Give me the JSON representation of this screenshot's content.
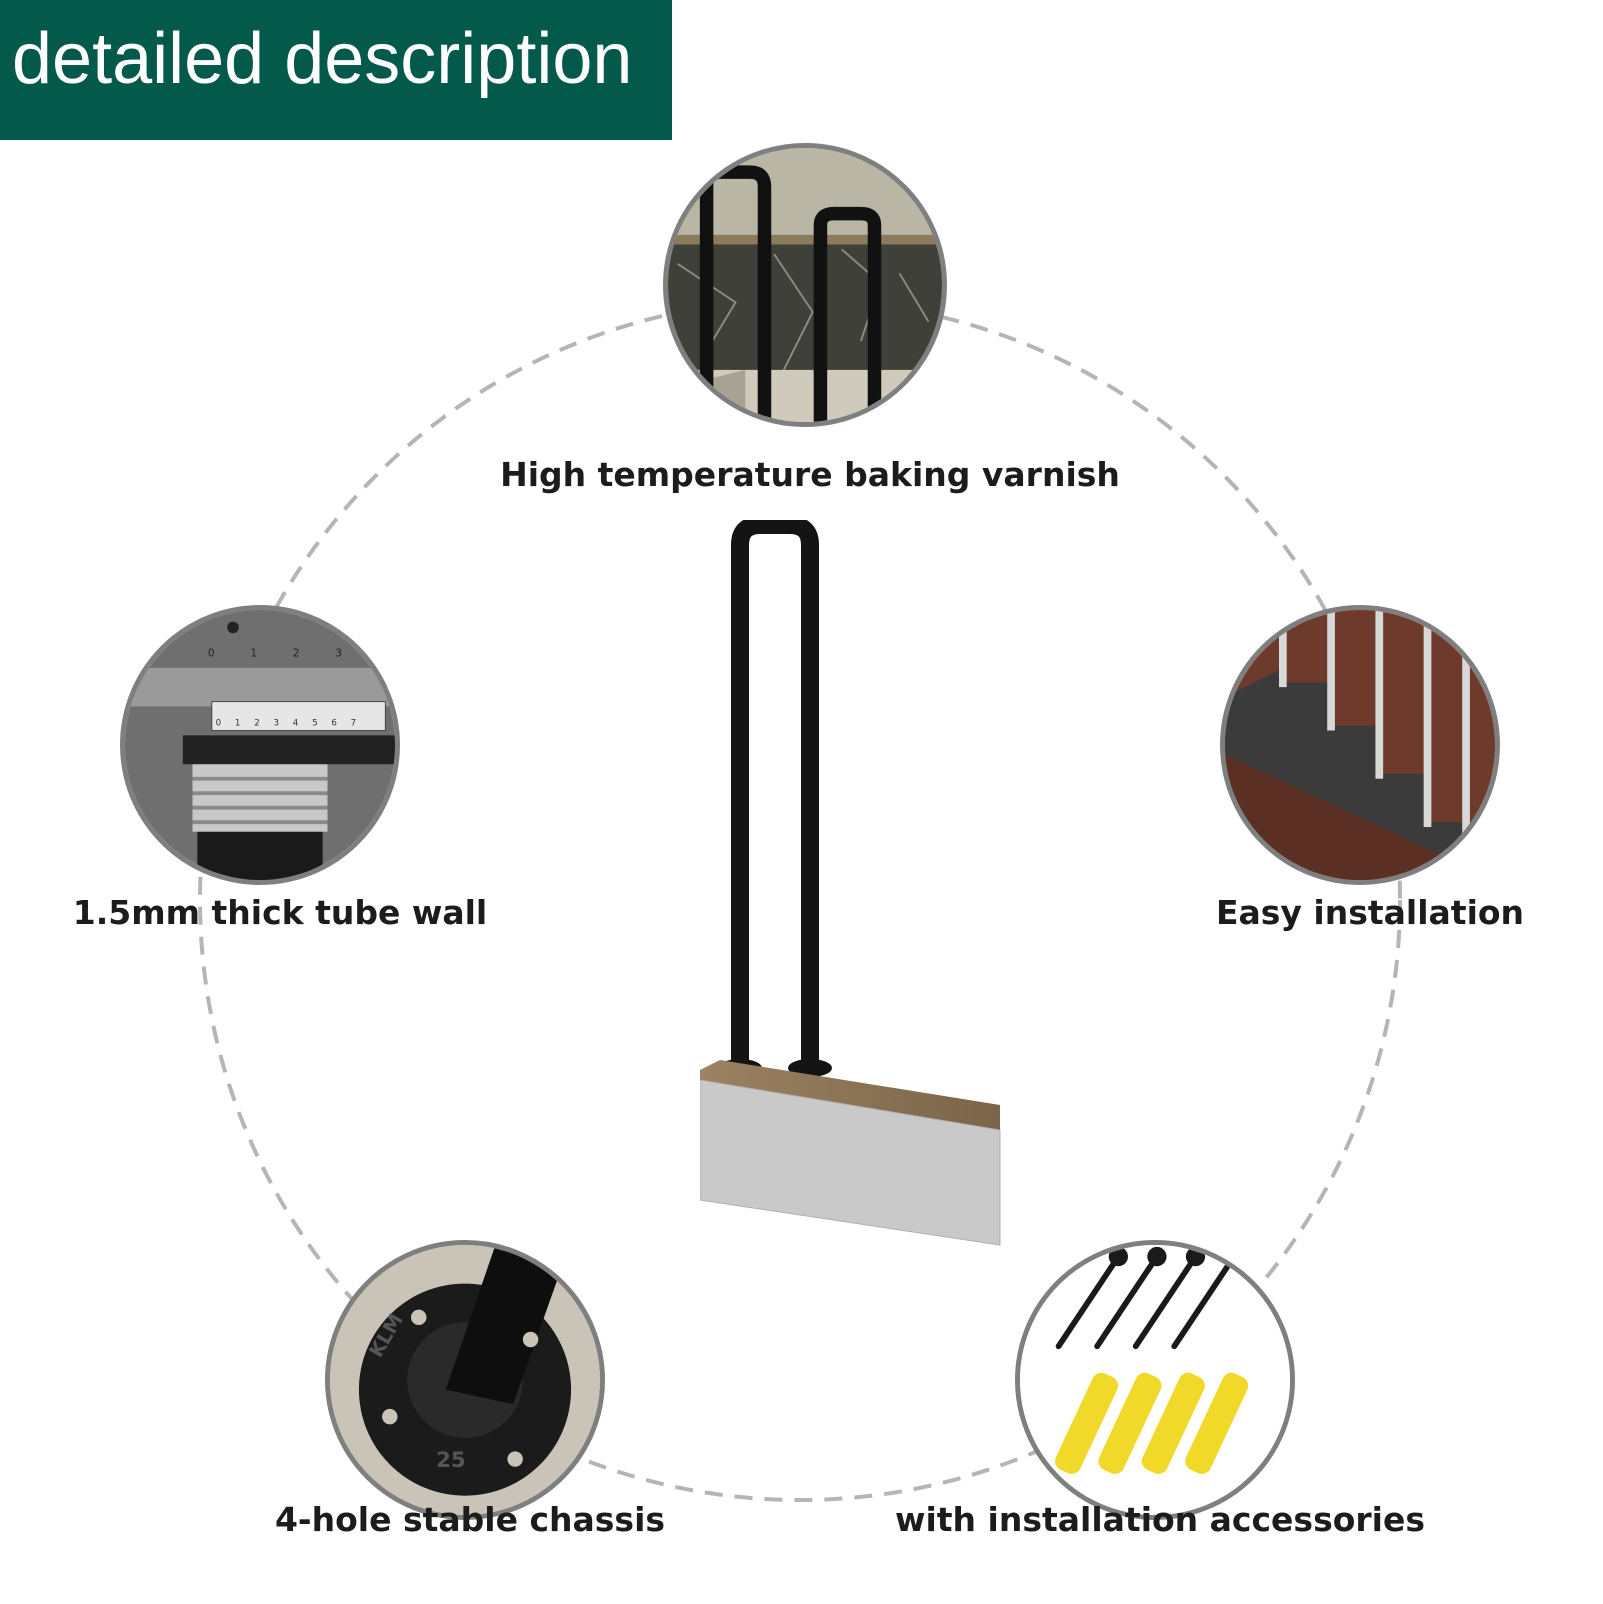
{
  "header": {
    "title": "detailed description"
  },
  "features": [
    {
      "label": "High temperature baking varnish",
      "photo": "stair-railing-photo"
    },
    {
      "label": "1.5mm thick tube wall",
      "photo": "caliper-measurement-photo"
    },
    {
      "label": "Easy installation",
      "photo": "staircase-balusters-photo"
    },
    {
      "label": "4-hole stable chassis",
      "photo": "floor-flange-base-photo"
    },
    {
      "label": "with installation accessories",
      "photo": "screws-and-anchors-photo"
    }
  ],
  "photo_texts": {
    "ruler_top": [
      "0",
      "1",
      "2",
      "3"
    ],
    "ruler_bottom": [
      "0",
      "1",
      "2",
      "3",
      "4",
      "5",
      "6",
      "7"
    ],
    "flange_mark": "25",
    "flange_brand": "KLM"
  },
  "colors": {
    "header_bg": "#045a4a",
    "header_text": "#ffffff",
    "ring_dash": "#b5b5b5",
    "photo_border": "#7f7f7f",
    "caption_text": "#1c1c1c",
    "anchor_yellow": "#f1d92a"
  }
}
